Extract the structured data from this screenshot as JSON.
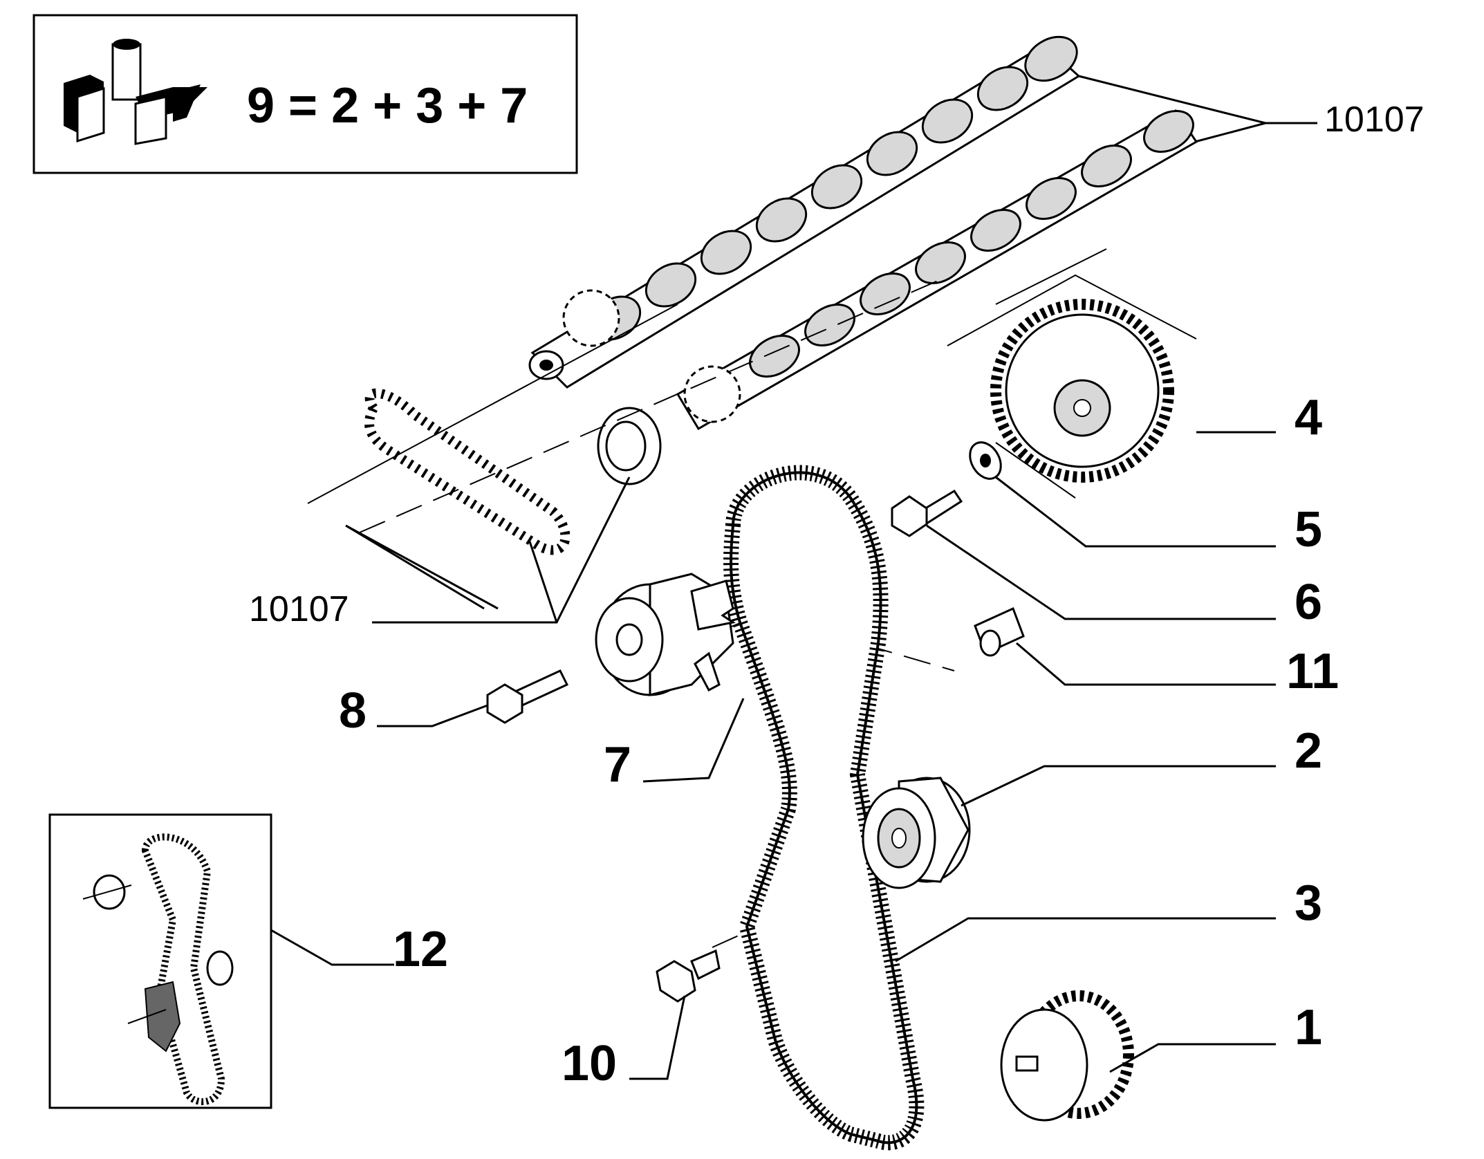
{
  "kit_box": {
    "formula": "9 = 2 + 3 + 7",
    "icon": "fiat-kit-icon"
  },
  "labels": {
    "ref_top": "10107",
    "ref_left": "10107",
    "p1": "1",
    "p2": "2",
    "p3": "3",
    "p4": "4",
    "p5": "5",
    "p6": "6",
    "p7": "7",
    "p8": "8",
    "p10": "10",
    "p11": "11",
    "p12": "12"
  },
  "parts": [
    {
      "id": "1",
      "name": "crankshaft-pulley"
    },
    {
      "id": "2",
      "name": "idler-pulley"
    },
    {
      "id": "3",
      "name": "timing-belt"
    },
    {
      "id": "4",
      "name": "camshaft-gear"
    },
    {
      "id": "5",
      "name": "washer"
    },
    {
      "id": "6",
      "name": "gear-bolt"
    },
    {
      "id": "7",
      "name": "belt-tensioner"
    },
    {
      "id": "8",
      "name": "tensioner-bolt"
    },
    {
      "id": "10",
      "name": "idler-bolt"
    },
    {
      "id": "11",
      "name": "bush"
    },
    {
      "id": "12",
      "name": "belt-kit-inset"
    }
  ]
}
